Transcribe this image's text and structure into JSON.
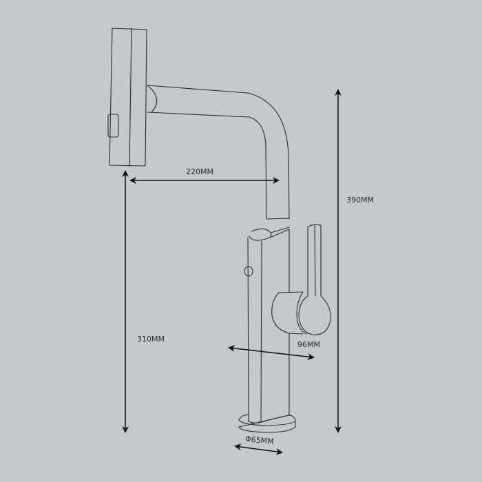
{
  "title": "Faucet dimension drawing",
  "dimensions": {
    "spout_reach": "220MM",
    "total_height": "390MM",
    "spout_height": "310MM",
    "handle_depth": "96MM",
    "base_diameter": "Φ65MM"
  },
  "colors": {
    "background": "#c6c9cb",
    "line": "#2a2a2a"
  }
}
